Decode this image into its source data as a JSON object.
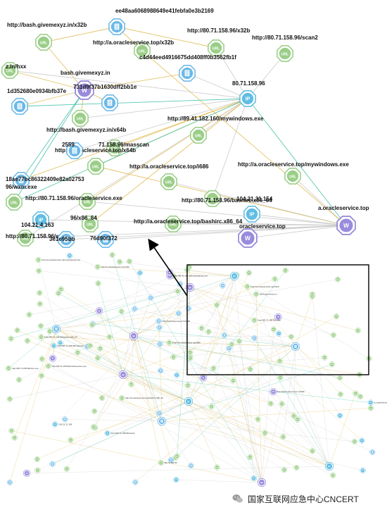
{
  "zoom_panel": {
    "nodes": [
      {
        "id": "h1",
        "type": "hash",
        "label": "ee48aa6068988649e41febfa0e3b2169"
      },
      {
        "id": "u1",
        "type": "url",
        "label": "http://bash.givemexyz.in/x32b"
      },
      {
        "id": "u2",
        "type": "url",
        "label": "http://a.oracleservice.top/x32b"
      },
      {
        "id": "u3",
        "type": "url",
        "label": "http://80.71.158.96/x32b"
      },
      {
        "id": "u4",
        "type": "url",
        "label": "http://80.71.158.96/scan2"
      },
      {
        "id": "h2",
        "type": "hash",
        "label": "c4d44eed4916675dd408ff0b3562fb1f"
      },
      {
        "id": "d1",
        "type": "domain",
        "label": "bash.givemexyz.in"
      },
      {
        "id": "h3",
        "type": "hash",
        "label": "731d9f37b1630dff2bb1e"
      },
      {
        "id": "ip1",
        "type": "ip",
        "label": "80.71.158.96"
      },
      {
        "id": "u5",
        "type": "url",
        "label": "z.in/hxx"
      },
      {
        "id": "h4",
        "type": "hash",
        "label": "1d352680e0934bfb37e"
      },
      {
        "id": "u6",
        "type": "url",
        "label": "http://89.41.182.160/mywindows.exe"
      },
      {
        "id": "u7",
        "type": "url",
        "label": "http://bash.givemexyz.in/x64b"
      },
      {
        "id": "u8",
        "type": "url",
        "label": "71.158.96/masscan"
      },
      {
        "id": "u9",
        "type": "url",
        "label": "http://a.oracleservice.top/x64b"
      },
      {
        "id": "u10",
        "type": "url",
        "label": "http://a.oracleservice.top/i686"
      },
      {
        "id": "u11",
        "type": "url",
        "label": "http://a.oracleservice.top/mywindows.exe"
      },
      {
        "id": "h5",
        "type": "hash",
        "label": "18ae77bc86322409e82a02753"
      },
      {
        "id": "u12",
        "type": "url",
        "label": "http://80.71.158.96/oracleservice.exe"
      },
      {
        "id": "u13",
        "type": "url",
        "label": "96/wxm.exe"
      },
      {
        "id": "u14",
        "type": "url",
        "label": "http://80.71.158.96/bashirc.x86_64"
      },
      {
        "id": "ip2",
        "type": "ip",
        "label": "104.21.31.154"
      },
      {
        "id": "d2",
        "type": "domain",
        "label": "a.oracleservice.top"
      },
      {
        "id": "ip3",
        "type": "ip",
        "label": "104.21.4.163"
      },
      {
        "id": "u15",
        "type": "url",
        "label": "96/x86_64"
      },
      {
        "id": "u16",
        "type": "url",
        "label": "http://a.oracleservice.top/bashirc.x86_64"
      },
      {
        "id": "d3",
        "type": "domain",
        "label": "oracleservice.top"
      },
      {
        "id": "u17",
        "type": "url",
        "label": "http://80.71.158.96/scan"
      },
      {
        "id": "h6",
        "type": "hash",
        "label": "3e1e95bb"
      },
      {
        "id": "h7",
        "type": "hash",
        "label": "76d90f372"
      },
      {
        "id": "h8",
        "type": "hash",
        "label": "2559"
      }
    ]
  },
  "overview_panel": {
    "sample_labels": [
      "http://bash.givemexyz.in/x32b",
      "http://80.71.158.96/x32b",
      "http://a.oracleservice.top/x32b",
      "http://80.71.158.96/scan2",
      "http://89.41.182.160/mywindows.exe",
      "http://a.oracleservice.top/mywindows.exe",
      "http://80.71.158.96/oracleservice.exe",
      "http://a.oracleservice.top/i686",
      "a.oracleservice.top",
      "bash.givemexyz.in",
      "80.71.158.96",
      "104.21.31.154",
      "http://bash.givemexyz.in/x64b",
      "http://80.71.158.96/masscan",
      "http://a.oracleservice.top/x64b",
      "http://80.71.158.96/wxm.exe",
      "http://a.oracleservice.top/bashirc.x86_64",
      "http://80.71.158.96/bashirc.x86_64"
    ]
  },
  "watermark": {
    "text": "国家互联网应急中心CNCERT",
    "icon": "wechat-icon"
  },
  "colors": {
    "url_node": "#8fc97a",
    "hash_node": "#5bb1e6",
    "ip_node": "#4fb6e0",
    "domain_node": "#8e7fd8",
    "edge_gold": "#e0b84a",
    "edge_teal": "#3cbfa5",
    "edge_gray": "#c8c8c8",
    "box": "#000000",
    "arrow": "#000000"
  }
}
